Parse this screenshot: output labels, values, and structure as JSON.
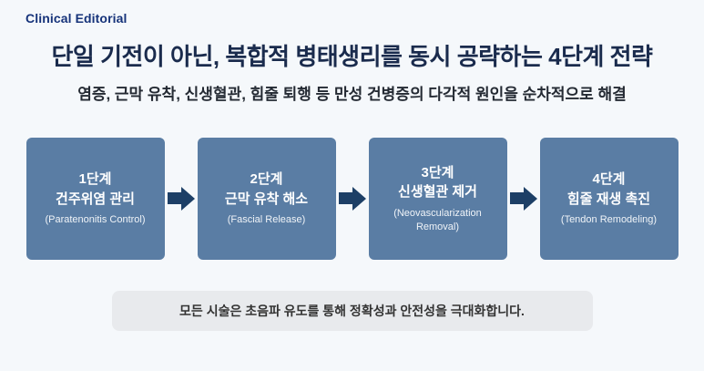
{
  "page": {
    "eyebrow": "Clinical Editorial",
    "title": "단일 기전이 아닌, 복합적 병태생리를 동시 공략하는 4단계 전략",
    "subtitle": "염증, 근막 유착, 신생혈관, 힘줄 퇴행 등 만성 건병증의 다각적 원인을 순차적으로 해결",
    "footer_note": "모든 시술은 초음파 유도를 통해 정확성과 안전성을 극대화합니다."
  },
  "steps": [
    {
      "stage": "1단계",
      "name": "건주위염 관리",
      "english": "(Paratenonitis Control)"
    },
    {
      "stage": "2단계",
      "name": "근막 유착 해소",
      "english": "(Fascial Release)"
    },
    {
      "stage": "3단계",
      "name": "신생혈관 제거",
      "english": "(Neovascularization Removal)"
    },
    {
      "stage": "4단계",
      "name": "힘줄 재생 촉진",
      "english": "(Tendon Remodeling)"
    }
  ],
  "colors": {
    "background": "#f5f8fb",
    "eyebrow_blue": "#16337a",
    "title_navy": "#1a2b4d",
    "step_box_blue": "#5a7da4",
    "arrow_navy": "#1d3f66",
    "banner_gray": "#e8eaed",
    "banner_text": "#333333"
  }
}
